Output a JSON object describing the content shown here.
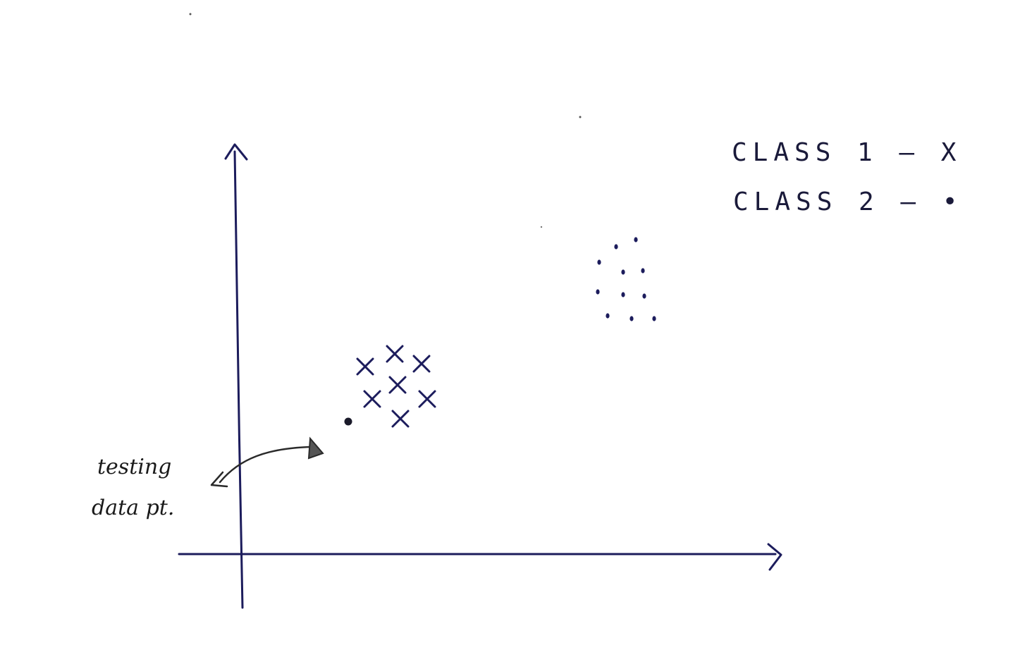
{
  "legend": {
    "class1_label": "CLASS 1 – X",
    "class2_label": "CLASS 2 – •"
  },
  "annotation": {
    "line1": "testing",
    "line2": "data pt."
  },
  "colors": {
    "ink": "#1c1c5c",
    "pencil": "#2a2a2a",
    "background": "#ffffff"
  },
  "icons": {
    "class1_marker": "x-mark-icon",
    "class2_marker": "dot-icon",
    "pointer": "curved-arrow-icon"
  }
}
